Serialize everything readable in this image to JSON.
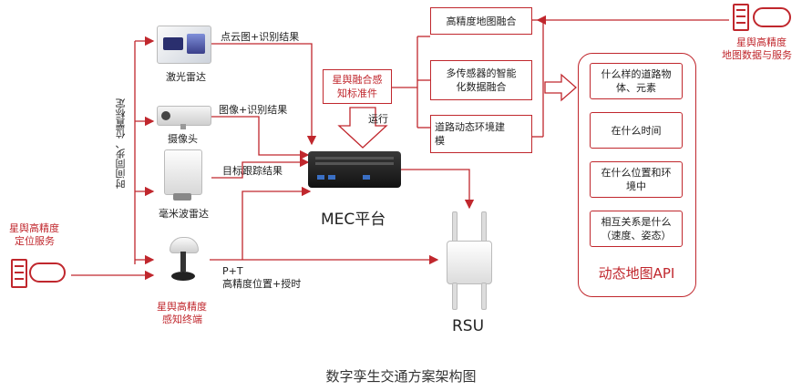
{
  "devices": {
    "lidar": {
      "label": "激光雷达",
      "output": "点云图+识别结果"
    },
    "camera": {
      "label": "摄像头",
      "output": "图像+识别结果"
    },
    "radar": {
      "label": "毫米波雷达",
      "output": "目标跟踪结果"
    },
    "terminal": {
      "label_line1": "星舆高精度",
      "label_line2": "感知终端",
      "output_line1": "P+T",
      "output_line2": "高精度位置+授时"
    }
  },
  "sync_label": "时间同步、位置标定",
  "positioning_service": {
    "line1": "星舆高精度",
    "line2": "定位服务"
  },
  "fusion_box": {
    "line1": "星舆融合感",
    "line2": "知标准件"
  },
  "run_label": "运行",
  "mec_label": "MEC平台",
  "rsu_label": "RSU",
  "process_boxes": [
    {
      "text": "高精度地图融合"
    },
    {
      "line1": "多传感器的智能",
      "line2": "化数据融合"
    },
    {
      "line1": "道路动态环境建",
      "line2": "模"
    }
  ],
  "map_service": {
    "line1": "星舆高精度",
    "line2": "地图数据与服务"
  },
  "api_panel": {
    "items": [
      {
        "line1": "什么样的道路物",
        "line2": "体、元素"
      },
      {
        "line1": "在什么时间",
        "line2": ""
      },
      {
        "line1": "在什么位置和环",
        "line2": "境中"
      },
      {
        "line1": "相互关系是什么",
        "line2": "（速度、姿态）"
      }
    ],
    "title": "动态地图API"
  },
  "caption": "数字孪生交通方案架构图",
  "colors": {
    "accent": "#c0272d",
    "lines": "#c0272d"
  }
}
